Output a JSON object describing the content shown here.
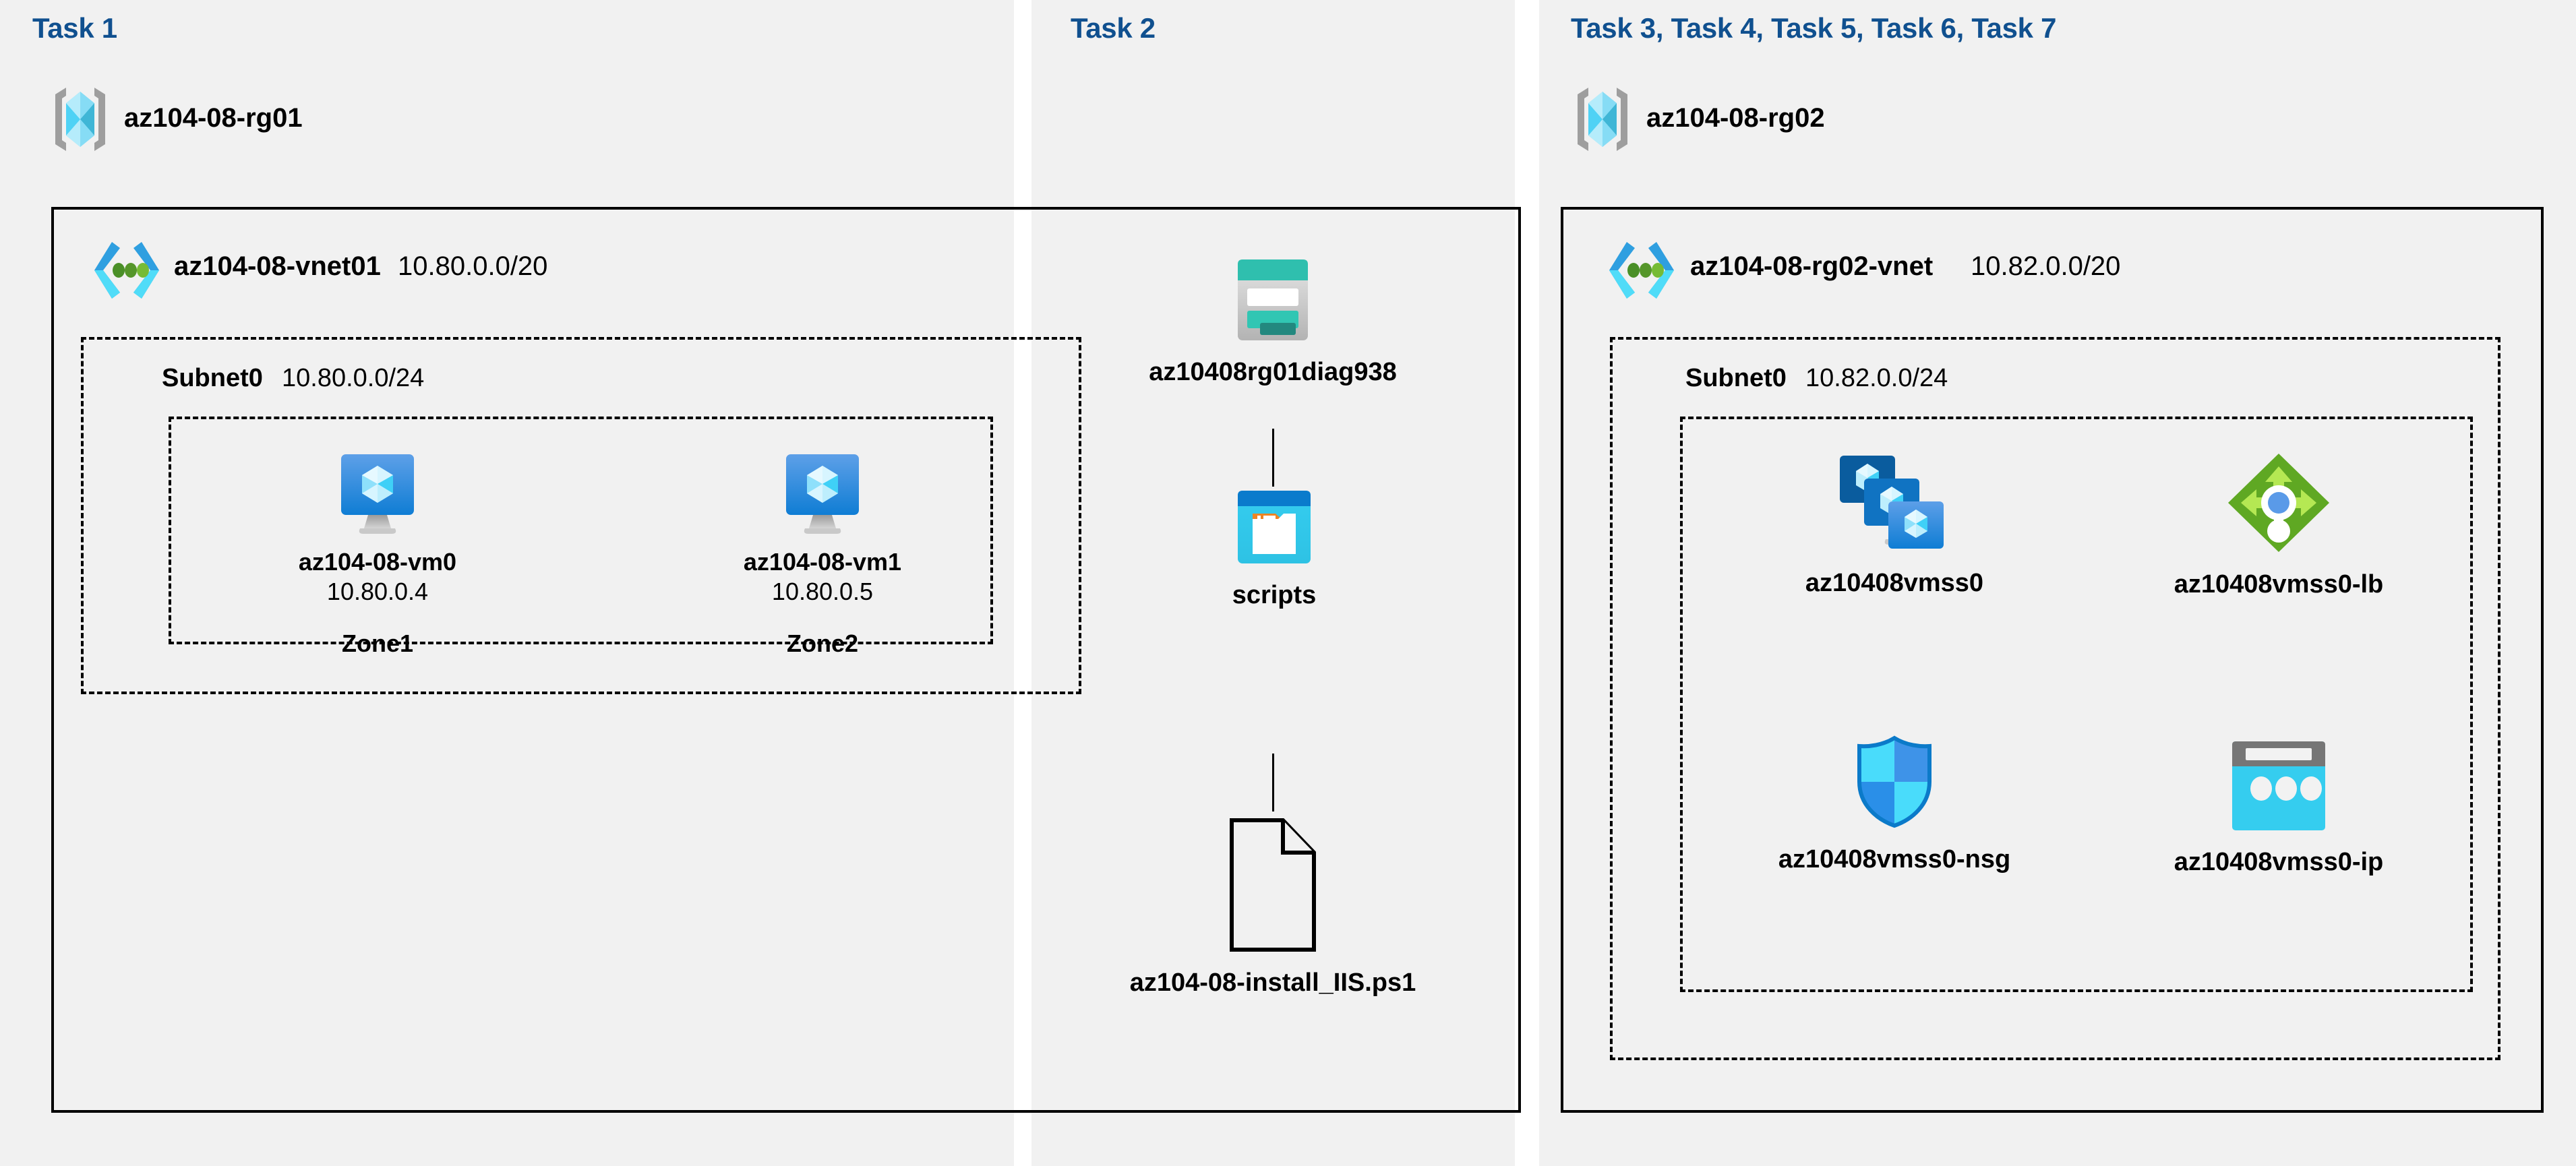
{
  "diagram": {
    "title_color": "#10508f",
    "panel_bg": "#f1f1f1",
    "page_bg": "#ffffff"
  },
  "columns": [
    {
      "id": "col1",
      "task_label": "Task 1"
    },
    {
      "id": "col2",
      "task_label": "Task 2"
    },
    {
      "id": "col3",
      "task_label": "Task 3, Task 4, Task 5, Task 6, Task 7"
    }
  ],
  "resource_groups": [
    {
      "id": "rg01",
      "name": "az104-08-rg01",
      "icon": "resource-group-icon"
    },
    {
      "id": "rg02",
      "name": "az104-08-rg02",
      "icon": "resource-group-icon"
    }
  ],
  "vnets": [
    {
      "id": "vnet01",
      "name": "az104-08-vnet01",
      "cidr": "10.80.0.0/20",
      "icon": "virtual-network-icon"
    },
    {
      "id": "vnet02",
      "name": "az104-08-rg02-vnet",
      "cidr": "10.82.0.0/20",
      "icon": "virtual-network-icon"
    }
  ],
  "subnets": [
    {
      "id": "subnet0_left",
      "name": "Subnet0",
      "cidr": "10.80.0.0/24"
    },
    {
      "id": "subnet0_right",
      "name": "Subnet0",
      "cidr": "10.82.0.0/24"
    }
  ],
  "virtual_machines": [
    {
      "id": "vm0",
      "name": "az104-08-vm0",
      "ip": "10.80.0.4",
      "zone": "Zone1",
      "icon": "virtual-machine-icon"
    },
    {
      "id": "vm1",
      "name": "az104-08-vm1",
      "ip": "10.80.0.5",
      "zone": "Zone2",
      "icon": "virtual-machine-icon"
    }
  ],
  "storage": {
    "account": {
      "name": "az10408rg01diag938",
      "icon": "storage-account-icon"
    },
    "container": {
      "name": "scripts",
      "icon": "blob-container-icon"
    },
    "file": {
      "name": "az104-08-install_IIS.ps1",
      "icon": "file-icon"
    }
  },
  "scale_set_resources": [
    {
      "id": "vmss",
      "name": "az10408vmss0",
      "icon": "vm-scale-set-icon"
    },
    {
      "id": "lb",
      "name": "az10408vmss0-lb",
      "icon": "load-balancer-icon"
    },
    {
      "id": "nsg",
      "name": "az10408vmss0-nsg",
      "icon": "network-security-group-icon"
    },
    {
      "id": "pip",
      "name": "az10408vmss0-ip",
      "icon": "public-ip-address-icon"
    }
  ]
}
